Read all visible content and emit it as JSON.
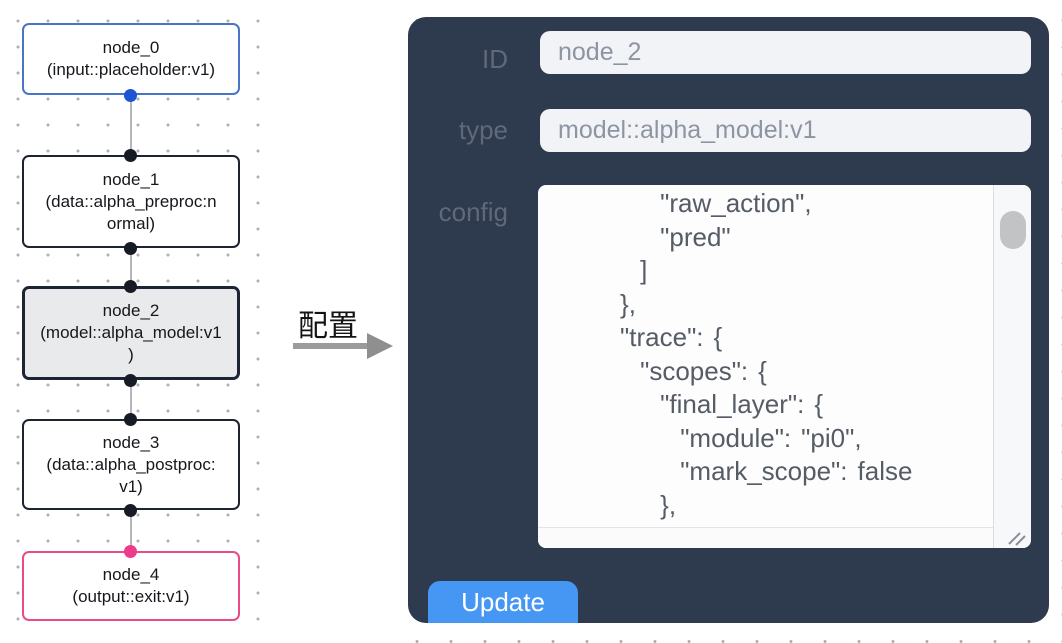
{
  "flow": {
    "nodes": [
      {
        "id": "node_0",
        "lines": [
          "node_0",
          "(input::placeholder:v1)"
        ]
      },
      {
        "id": "node_1",
        "lines": [
          "node_1",
          "(data::alpha_preproc:n",
          "ormal)"
        ]
      },
      {
        "id": "node_2",
        "lines": [
          "node_2",
          "(model::alpha_model:v1",
          ")"
        ]
      },
      {
        "id": "node_3",
        "lines": [
          "node_3",
          "(data::alpha_postproc:",
          "v1)"
        ]
      },
      {
        "id": "node_4",
        "lines": [
          "node_4",
          "(output::exit:v1)"
        ]
      }
    ],
    "colors": {
      "input_border": "#4a74c9",
      "default_border": "#1d2330",
      "output_border": "#ea4a88",
      "selected_bg": "#e9eaec",
      "handle_blue": "#1e55d0",
      "handle_dark": "#161b26",
      "handle_pink": "#ef3a8b",
      "edge": "#b6b7bb"
    }
  },
  "annotation": {
    "label": "配置"
  },
  "panel": {
    "background": "#2e3a4d",
    "accent": "#4597f3",
    "fields": [
      {
        "label": "ID",
        "value": "node_2"
      },
      {
        "label": "type",
        "value": "model::alpha_model:v1"
      }
    ],
    "config_label": "config",
    "config_text": "      \"raw_action\",\n      \"pred\"\n    ]\n  },\n  \"trace\": {\n    \"scopes\": {\n      \"final_layer\": {\n        \"module\": \"pi0\",\n        \"mark_scope\": false\n      },\n      \"action_model\": {",
    "update_label": "Update"
  }
}
